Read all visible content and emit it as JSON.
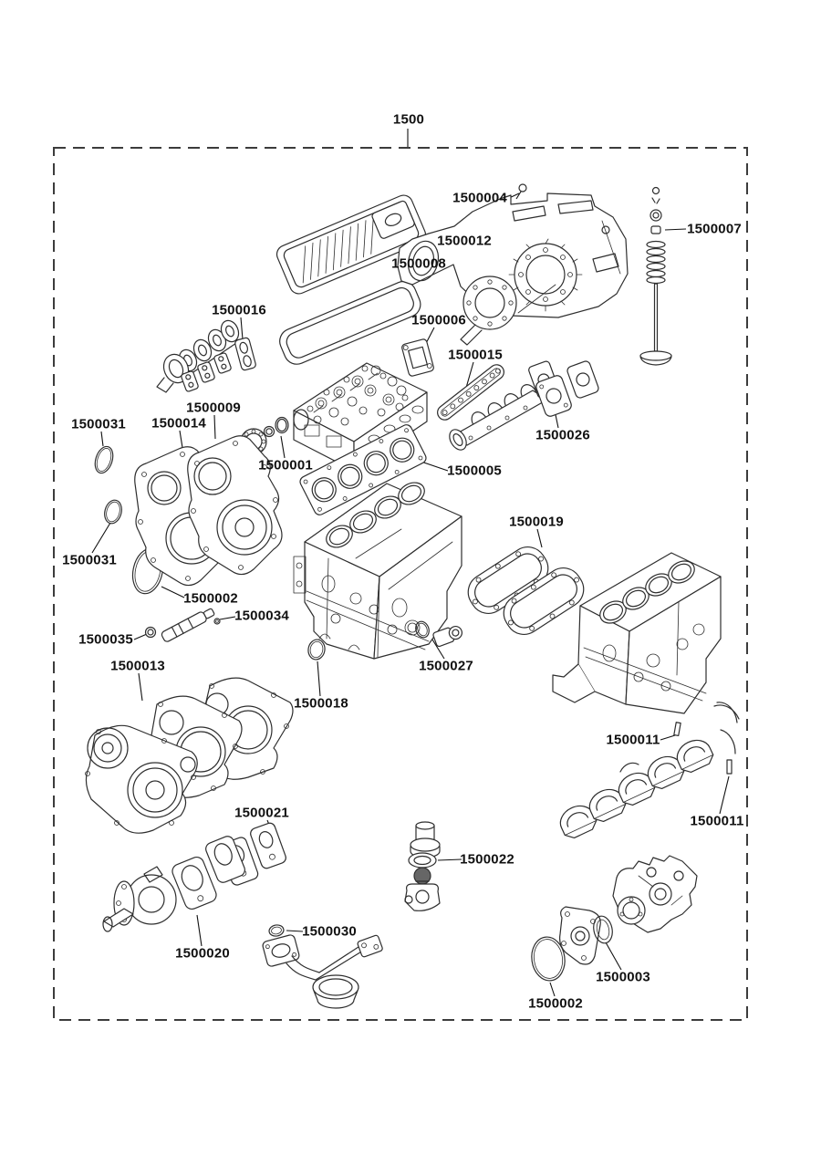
{
  "diagram": {
    "assembly_number": "1500",
    "colors": {
      "background": "#ffffff",
      "line": "#2e2e2e",
      "text": "#111111"
    },
    "labels": [
      {
        "text": "1500"
      },
      {
        "text": "1500004"
      },
      {
        "text": "1500007"
      },
      {
        "text": "1500012"
      },
      {
        "text": "1500008"
      },
      {
        "text": "1500016"
      },
      {
        "text": "1500006"
      },
      {
        "text": "1500015"
      },
      {
        "text": "1500009"
      },
      {
        "text": "1500031"
      },
      {
        "text": "1500014"
      },
      {
        "text": "1500001"
      },
      {
        "text": "1500005"
      },
      {
        "text": "1500026"
      },
      {
        "text": "1500031"
      },
      {
        "text": "1500019"
      },
      {
        "text": "1500002"
      },
      {
        "text": "1500034"
      },
      {
        "text": "1500035"
      },
      {
        "text": "1500013"
      },
      {
        "text": "1500027"
      },
      {
        "text": "1500018"
      },
      {
        "text": "1500011"
      },
      {
        "text": "1500011"
      },
      {
        "text": "1500021"
      },
      {
        "text": "1500022"
      },
      {
        "text": "1500030"
      },
      {
        "text": "1500020"
      },
      {
        "text": "1500003"
      },
      {
        "text": "1500002"
      }
    ]
  }
}
